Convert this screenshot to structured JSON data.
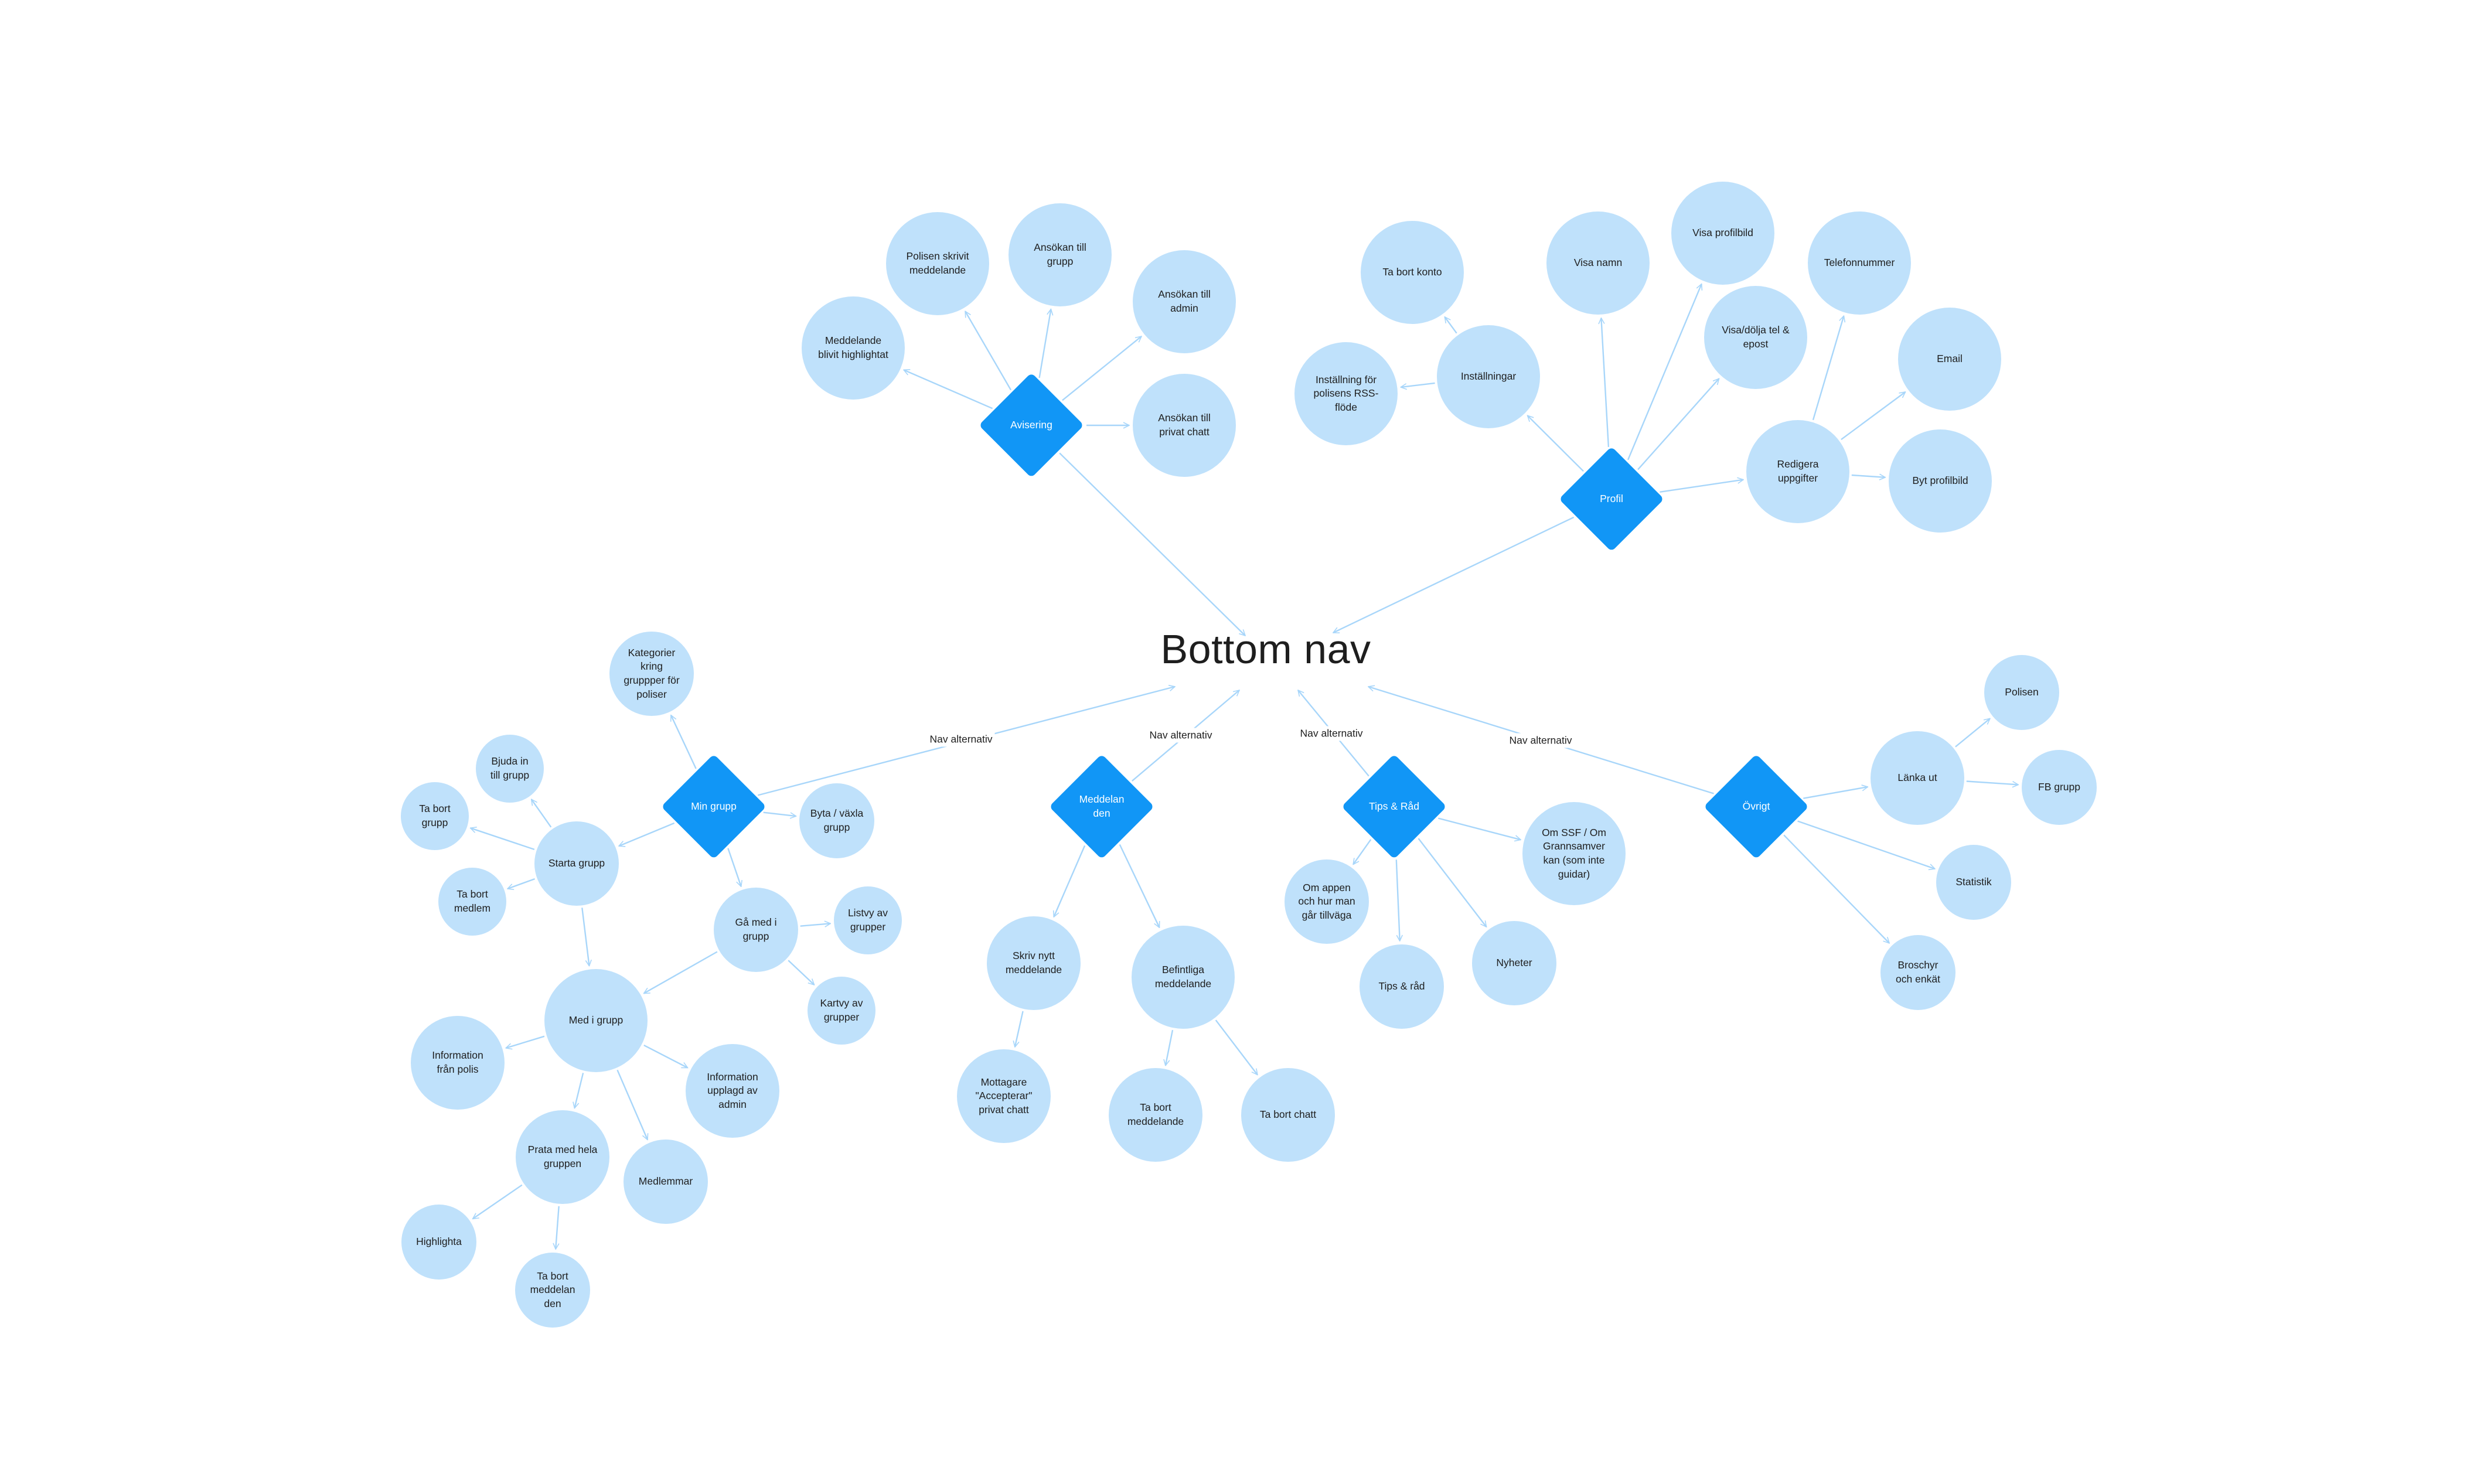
{
  "title": "Bottom nav",
  "edge_label_text": "Nav alternativ",
  "colors": {
    "circle": "#bfe1fb",
    "diamond": "#1196f6",
    "edge": "#a8d6fa"
  },
  "nodes": [
    {
      "id": "avisering",
      "type": "diamond",
      "label": "Avisering"
    },
    {
      "id": "profil",
      "type": "diamond",
      "label": "Profil"
    },
    {
      "id": "mingrupp",
      "type": "diamond",
      "label": "Min grupp"
    },
    {
      "id": "meddelanden",
      "type": "diamond",
      "label": "Meddelan\nden"
    },
    {
      "id": "tips",
      "type": "diamond",
      "label": "Tips & Råd"
    },
    {
      "id": "ovrigt",
      "type": "diamond",
      "label": "Övrigt"
    },
    {
      "id": "meddelande_high",
      "type": "circle",
      "label": "Meddelande\nblivit highlightat"
    },
    {
      "id": "polisen_skrivit",
      "type": "circle",
      "label": "Polisen skrivit\nmeddelande"
    },
    {
      "id": "ansokan_grupp",
      "type": "circle",
      "label": "Ansökan till\ngrupp"
    },
    {
      "id": "ansokan_admin",
      "type": "circle",
      "label": "Ansökan till\nadmin"
    },
    {
      "id": "ansokan_chatt",
      "type": "circle",
      "label": "Ansökan till\nprivat chatt"
    },
    {
      "id": "ta_bort_konto",
      "type": "circle",
      "label": "Ta bort konto"
    },
    {
      "id": "installningar",
      "type": "circle",
      "label": "Inställningar"
    },
    {
      "id": "installning_rss",
      "type": "circle",
      "label": "Inställning för\npolisens RSS-\nflöde"
    },
    {
      "id": "visa_namn",
      "type": "circle",
      "label": "Visa namn"
    },
    {
      "id": "visa_profilbild",
      "type": "circle",
      "label": "Visa profilbild"
    },
    {
      "id": "visa_dolja",
      "type": "circle",
      "label": "Visa/dölja tel &\nepost"
    },
    {
      "id": "redigera",
      "type": "circle",
      "label": "Redigera\nuppgifter"
    },
    {
      "id": "telefon",
      "type": "circle",
      "label": "Telefonnummer"
    },
    {
      "id": "email",
      "type": "circle",
      "label": "Email"
    },
    {
      "id": "byt_profilbild",
      "type": "circle",
      "label": "Byt profilbild"
    },
    {
      "id": "kategorier",
      "type": "circle",
      "label": "Kategorier\nkring\ngruppper för\npoliser"
    },
    {
      "id": "bjuda_in",
      "type": "circle",
      "label": "Bjuda in\ntill grupp"
    },
    {
      "id": "ta_bort_grupp",
      "type": "circle",
      "label": "Ta bort\ngrupp"
    },
    {
      "id": "starta_grupp",
      "type": "circle",
      "label": "Starta grupp"
    },
    {
      "id": "ta_bort_medlem",
      "type": "circle",
      "label": "Ta bort\nmedlem"
    },
    {
      "id": "byta_vaxla",
      "type": "circle",
      "label": "Byta / växla\ngrupp"
    },
    {
      "id": "ga_med",
      "type": "circle",
      "label": "Gå med i\ngrupp"
    },
    {
      "id": "listvy",
      "type": "circle",
      "label": "Listvy av\ngrupper"
    },
    {
      "id": "kartvy",
      "type": "circle",
      "label": "Kartvy av\ngrupper"
    },
    {
      "id": "med_i_grupp",
      "type": "circle",
      "label": "Med i grupp"
    },
    {
      "id": "info_polis",
      "type": "circle",
      "label": "Information\nfrån polis"
    },
    {
      "id": "info_admin",
      "type": "circle",
      "label": "Information\nupplagd av\nadmin"
    },
    {
      "id": "prata_hela",
      "type": "circle",
      "label": "Prata med hela\ngruppen"
    },
    {
      "id": "medlemmar",
      "type": "circle",
      "label": "Medlemmar"
    },
    {
      "id": "highlighta",
      "type": "circle",
      "label": "Highlighta"
    },
    {
      "id": "ta_bort_meddelanden_grp",
      "type": "circle",
      "label": "Ta bort\nmeddelan\nden"
    },
    {
      "id": "skriv_nytt",
      "type": "circle",
      "label": "Skriv nytt\nmeddelande"
    },
    {
      "id": "befintliga",
      "type": "circle",
      "label": "Befintliga\nmeddelande"
    },
    {
      "id": "mottagare",
      "type": "circle",
      "label": "Mottagare\n\"Accepterar\"\nprivat chatt"
    },
    {
      "id": "ta_bort_meddelande",
      "type": "circle",
      "label": "Ta bort\nmeddelande"
    },
    {
      "id": "ta_bort_chatt",
      "type": "circle",
      "label": "Ta bort chatt"
    },
    {
      "id": "om_appen",
      "type": "circle",
      "label": "Om appen\noch hur man\ngår tillväga"
    },
    {
      "id": "tips_rad",
      "type": "circle",
      "label": "Tips & råd"
    },
    {
      "id": "nyheter",
      "type": "circle",
      "label": "Nyheter"
    },
    {
      "id": "om_ssf",
      "type": "circle",
      "label": "Om SSF / Om\nGrannsamver\nkan (som inte\nguidar)"
    },
    {
      "id": "lanka_ut",
      "type": "circle",
      "label": "Länka ut"
    },
    {
      "id": "polisen",
      "type": "circle",
      "label": "Polisen"
    },
    {
      "id": "fb_grupp",
      "type": "circle",
      "label": "FB grupp"
    },
    {
      "id": "statistik",
      "type": "circle",
      "label": "Statistik"
    },
    {
      "id": "broschyr",
      "type": "circle",
      "label": "Broschyr\noch enkät"
    }
  ]
}
